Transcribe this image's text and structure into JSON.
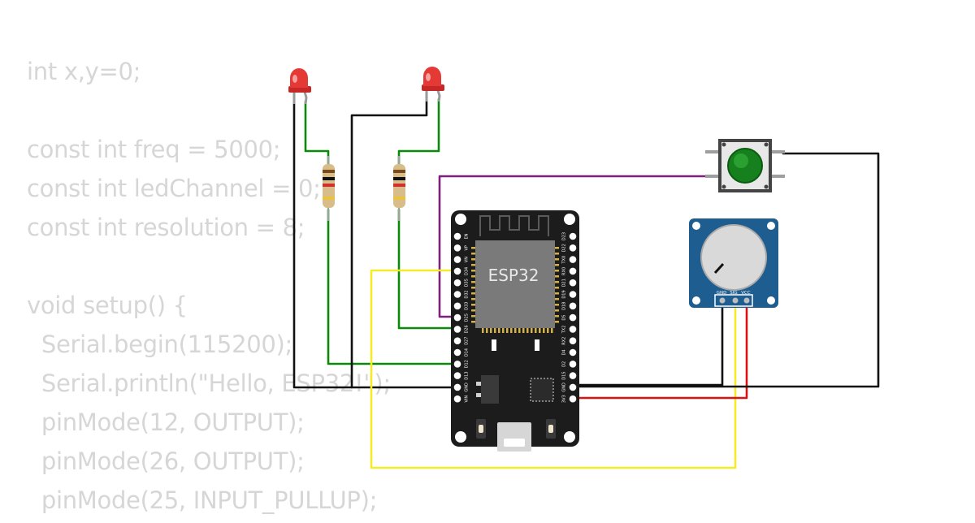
{
  "code": {
    "lines": [
      "int x,y=0;",
      "",
      "const int freq = 5000;",
      "const int ledChannel = 0;",
      "const int resolution = 8;",
      "",
      "void setup() {",
      "  Serial.begin(115200);",
      "  Serial.println(\"Hello, ESP32!\");",
      "  pinMode(12, OUTPUT);",
      "  pinMode(26, OUTPUT);",
      "  pinMode(25, INPUT_PULLUP);"
    ]
  },
  "board": {
    "label": "ESP32",
    "left_pins": [
      "EN",
      "VP",
      "VN",
      "D34",
      "D35",
      "D32",
      "D33",
      "D25",
      "D26",
      "D27",
      "D14",
      "D12",
      "D13",
      "GND",
      "VIN"
    ],
    "right_pins": [
      "D23",
      "D22",
      "TX0",
      "RX0",
      "D21",
      "D19",
      "D18",
      "D5",
      "TX2",
      "RX2",
      "D4",
      "D2",
      "D15",
      "GND",
      "3V3"
    ]
  },
  "potentiometer": {
    "pins": [
      "GND",
      "SIG",
      "VCC"
    ]
  },
  "colors": {
    "led": "#e23636",
    "board": "#1c1c1c",
    "chip": "#7a7a7a",
    "pot_board": "#1d5d8f",
    "button_cap": "#17801e",
    "wire_green": "#0a8a0a",
    "wire_black": "#111111",
    "wire_purple": "#7d1f7d",
    "wire_yellow": "#f4ec28",
    "wire_red": "#dd1111"
  }
}
